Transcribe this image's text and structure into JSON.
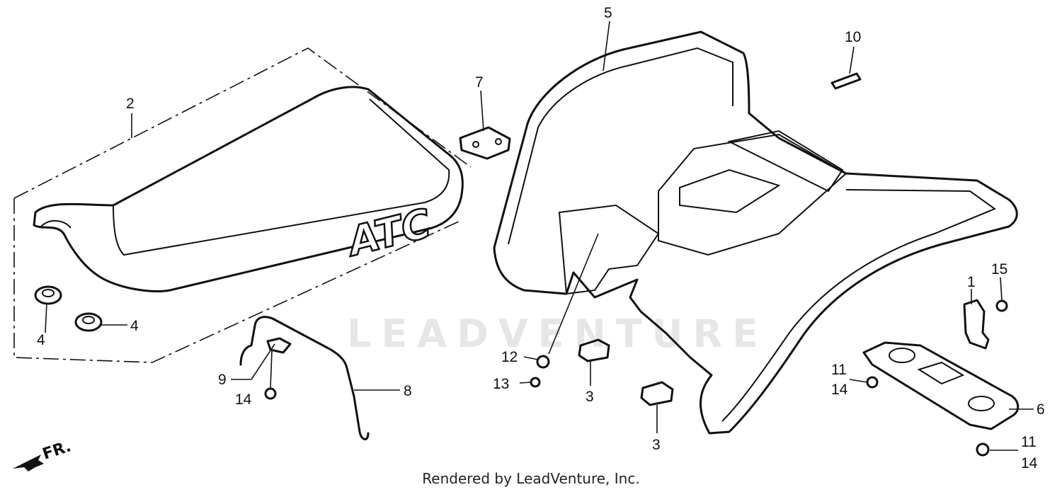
{
  "watermark": "LEADVENTURE",
  "footer": "Rendered by LeadVenture, Inc.",
  "direction": {
    "label": "FR.",
    "icon": "arrow-down-left-icon"
  },
  "seat_logo": "ATC",
  "callouts": {
    "c1": "1",
    "c2": "2",
    "c3a": "3",
    "c3b": "3",
    "c4a": "4",
    "c4b": "4",
    "c5": "5",
    "c6": "6",
    "c7": "7",
    "c8": "8",
    "c9": "9",
    "c10": "10",
    "c11a": "11",
    "c11b": "11",
    "c12": "12",
    "c13": "13",
    "c14a": "14",
    "c14b": "14",
    "c14c": "14",
    "c15": "15"
  }
}
